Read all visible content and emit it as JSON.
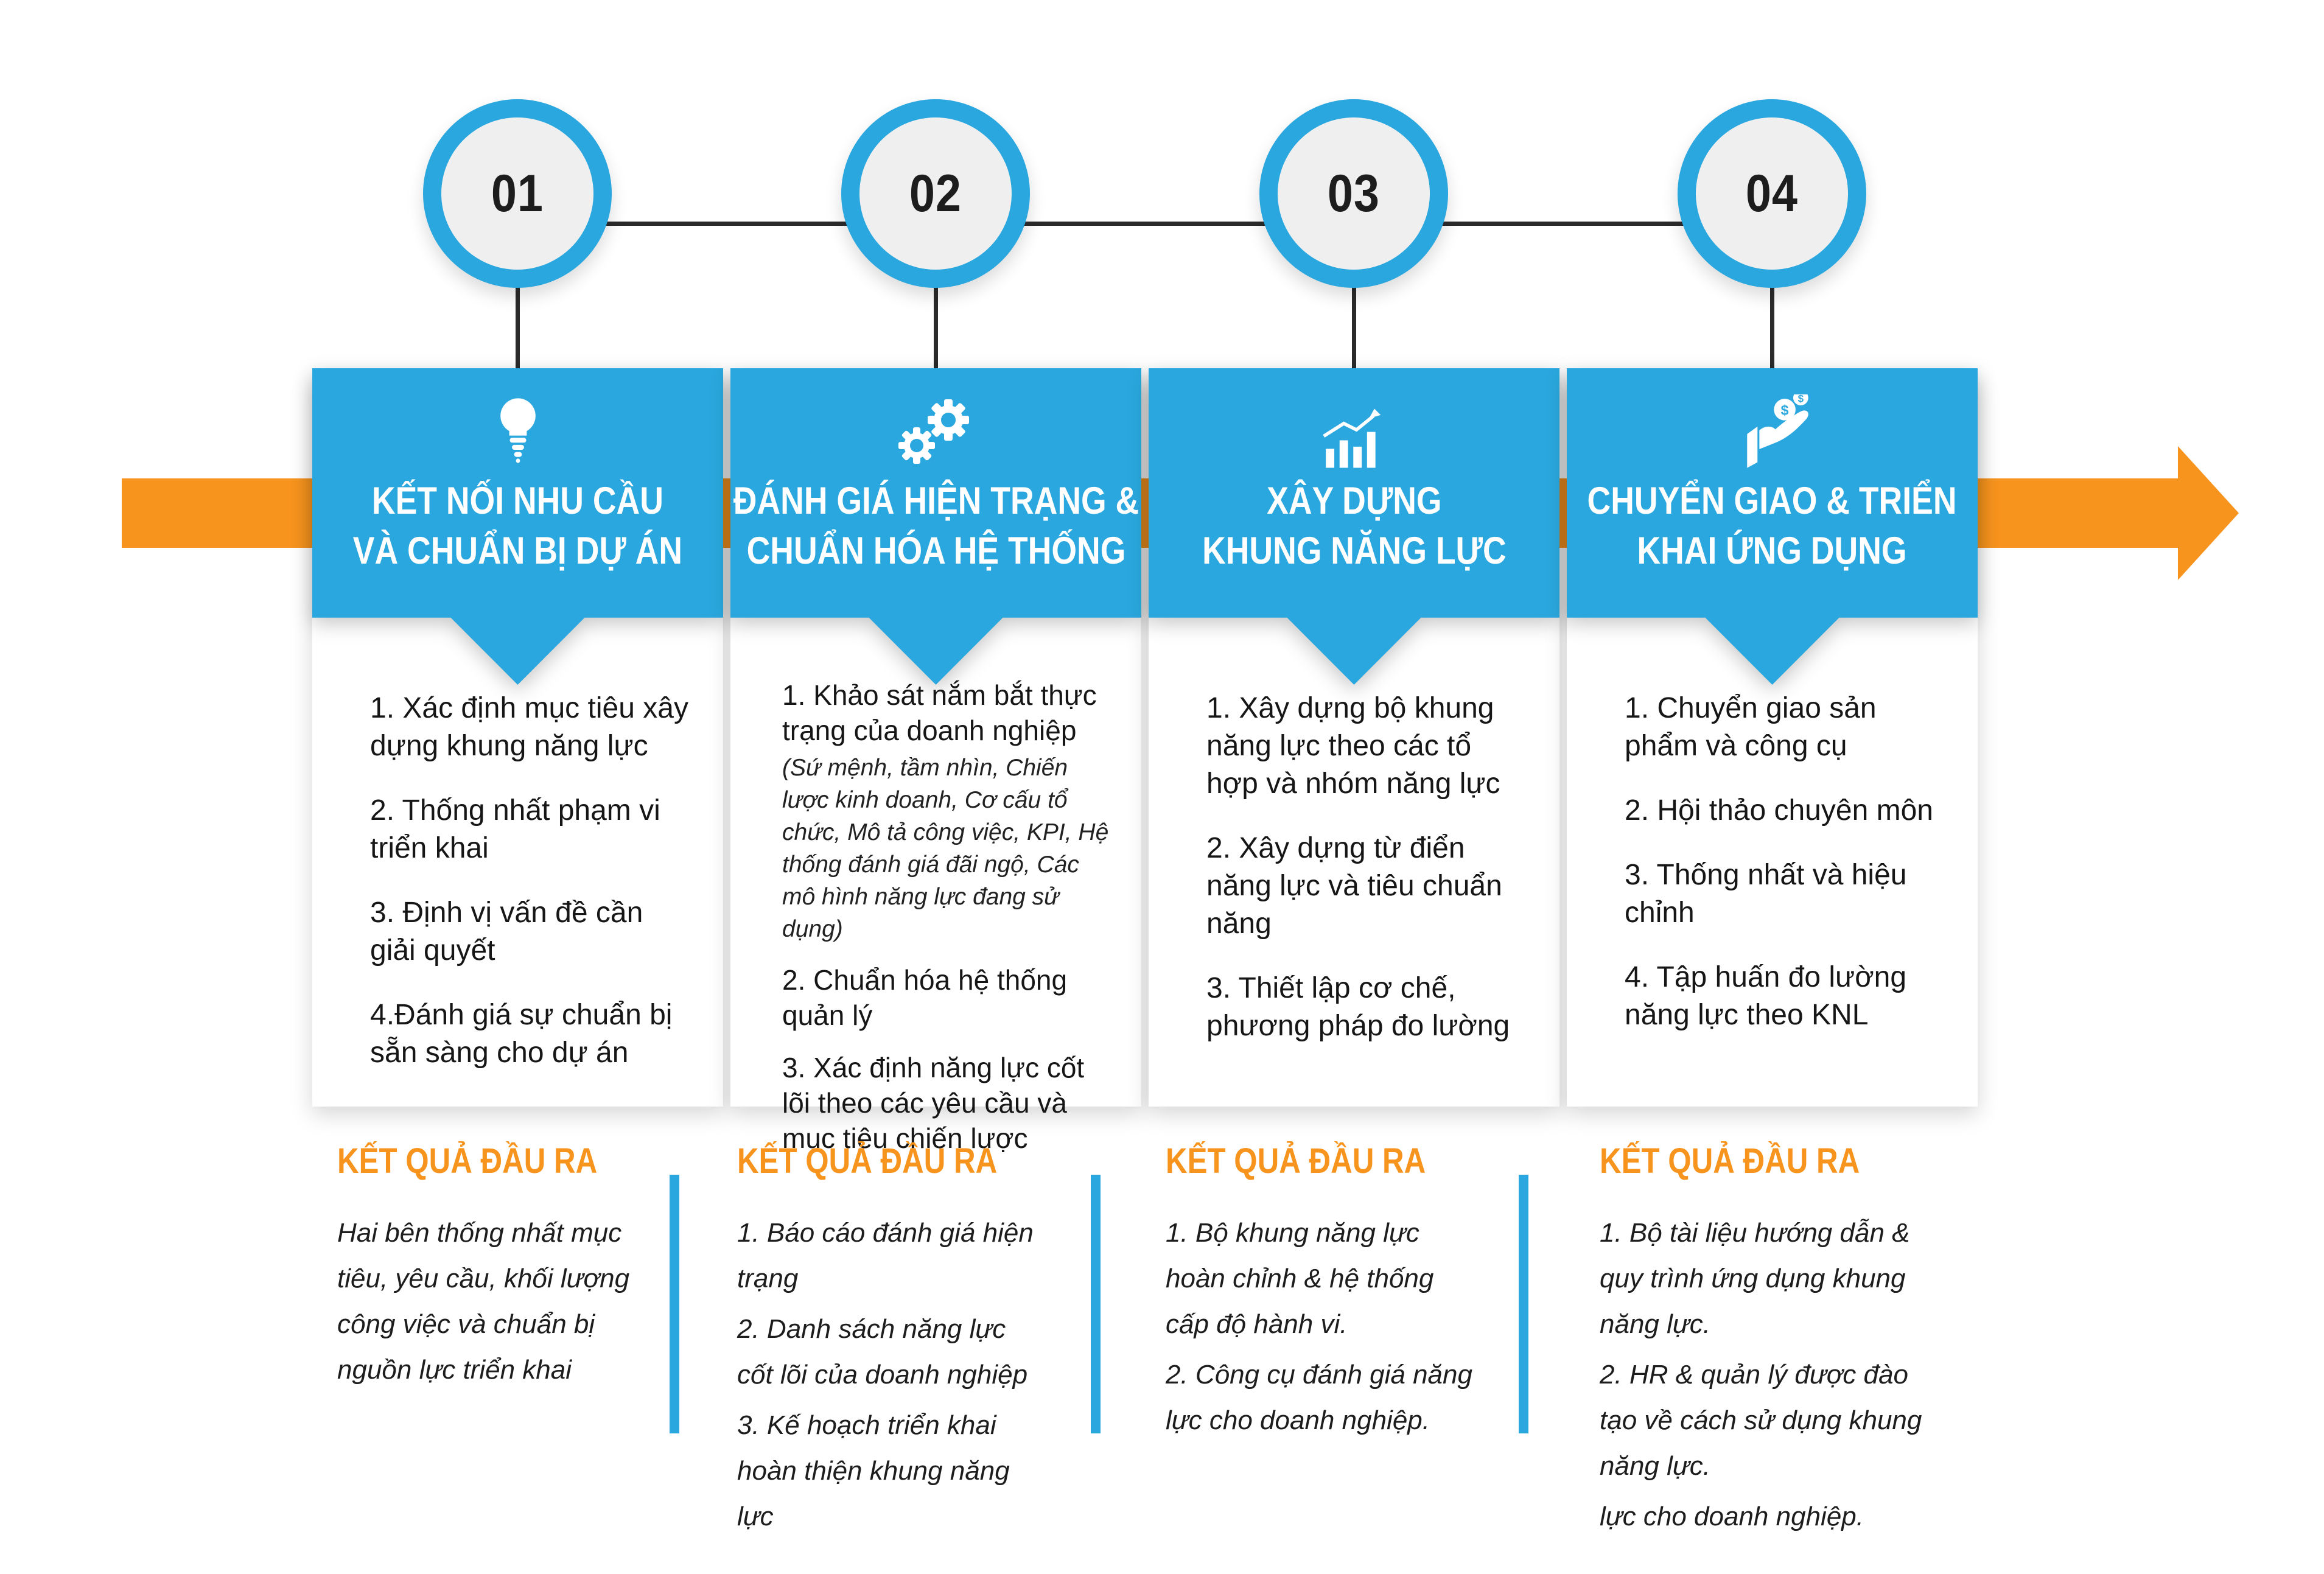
{
  "colors": {
    "blue": "#2AA7DE",
    "orange": "#F7941E",
    "ink": "#1b1b1b",
    "circle_fill": "#F0EFEF"
  },
  "steps": [
    {
      "number": "01",
      "icon": "lightbulb-icon",
      "title_lines": [
        "KẾT NỐI NHU CẦU",
        "VÀ CHUẨN BỊ DỰ ÁN"
      ],
      "tasks": [
        {
          "text": "1. Xác định mục tiêu xây dựng khung năng lực"
        },
        {
          "text": "2. Thống nhất phạm vi triển khai"
        },
        {
          "text": "3. Định vị vấn đề cần giải quyết"
        },
        {
          "text": "4.Đánh giá sự chuẩn bị sẵn sàng cho dự án"
        }
      ],
      "output": {
        "heading": "KẾT QUẢ ĐẦU RA",
        "items": [
          "Hai bên thống nhất mục tiêu, yêu cầu, khối lượng công việc và chuẩn bị nguồn lực triển khai"
        ]
      }
    },
    {
      "number": "02",
      "icon": "gears-icon",
      "title_lines": [
        "ĐÁNH GIÁ HIỆN TRẠNG &",
        "CHUẨN HÓA HỆ THỐNG"
      ],
      "tasks": [
        {
          "text": "1. Khảo sát nắm bắt thực trạng của doanh nghiệp",
          "note": "(Sứ mệnh, tầm nhìn, Chiến lược kinh doanh, Cơ cấu tổ chức, Mô tả công việc, KPI, Hệ thống đánh giá đãi ngộ, Các mô hình năng lực đang sử dụng)"
        },
        {
          "text": "2. Chuẩn hóa hệ thống quản lý"
        },
        {
          "text": "3. Xác định năng lực cốt lõi theo các yêu cầu và mục tiêu chiến lược"
        }
      ],
      "output": {
        "heading": "KẾT QUẢ ĐẦU RA",
        "items": [
          "1. Báo cáo đánh giá hiện trạng",
          "2. Danh sách năng lực cốt lõi của doanh nghiệp",
          "3. Kế hoạch triển khai hoàn thiện khung năng lực"
        ]
      }
    },
    {
      "number": "03",
      "icon": "bar-chart-icon",
      "title_lines": [
        "XÂY DỰNG",
        "KHUNG NĂNG LỰC"
      ],
      "tasks": [
        {
          "text": "1. Xây dựng bộ khung năng lực theo các tổ hợp và nhóm năng lực"
        },
        {
          "text": "2. Xây dựng từ điển năng lực và tiêu chuẩn năng"
        },
        {
          "text": "3. Thiết lập cơ chế, phương pháp đo lường"
        }
      ],
      "output": {
        "heading": "KẾT QUẢ ĐẦU RA",
        "items": [
          "1. Bộ khung năng lực hoàn chỉnh & hệ thống cấp độ hành vi.",
          "2. Công cụ đánh giá năng lực cho doanh nghiệp."
        ]
      }
    },
    {
      "number": "04",
      "icon": "hand-coins-icon",
      "title_lines": [
        "CHUYỂN GIAO & TRIỂN",
        "KHAI ỨNG DỤNG"
      ],
      "tasks": [
        {
          "text": "1. Chuyển giao sản phẩm và công cụ"
        },
        {
          "text": "2. Hội thảo chuyên môn"
        },
        {
          "text": "3. Thống nhất và hiệu chỉnh"
        },
        {
          "text": "4. Tập huấn đo lường năng lực theo KNL"
        }
      ],
      "output": {
        "heading": "KẾT QUẢ ĐẦU RA",
        "items": [
          "1. Bộ tài liệu hướng dẫn & quy trình ứng dụng khung năng lực.",
          "2. HR & quản lý được đào tạo về cách sử dụng khung năng lực.",
          "lực cho doanh nghiệp."
        ]
      }
    }
  ]
}
